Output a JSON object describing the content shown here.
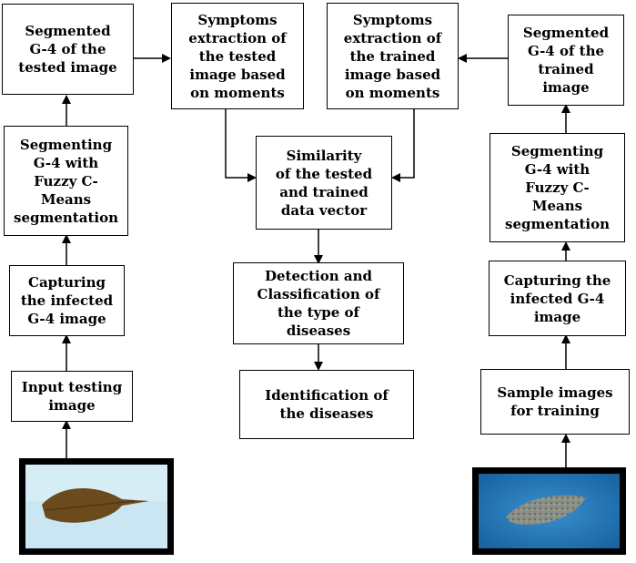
{
  "left": {
    "input": "Input testing\nimage",
    "capture": "Capturing\nthe infected\nG-4 image",
    "segmenting": "Segmenting\nG-4 with\nFuzzy C-\nMeans\nsegmentation",
    "segmented": "Segmented\nG-4 of the\ntested image"
  },
  "center": {
    "symptoms_tested": "Symptoms\nextraction of\nthe tested\nimage based\non moments",
    "symptoms_trained": "Symptoms\nextraction of\nthe trained\nimage based\non moments",
    "similarity": "Similarity\nof the tested\nand trained\ndata vector",
    "detection": "Detection and\nClassification of\nthe type of\ndiseases",
    "identification": "Identification of\nthe diseases"
  },
  "right": {
    "sample": "Sample images\nfor training",
    "capture": "Capturing the\ninfected G-4\nimage",
    "segmenting": "Segmenting\nG-4 with\nFuzzy C-\nMeans\nsegmentation",
    "segmented": "Segmented\nG-4 of the\ntrained\nimage"
  },
  "colors": {
    "line": "#000000",
    "leaf_test": "#6b4a1e",
    "leaf_train": "#8a8f86",
    "bg_test": "#c9e6f2",
    "bg_train": "#1e74b8"
  }
}
